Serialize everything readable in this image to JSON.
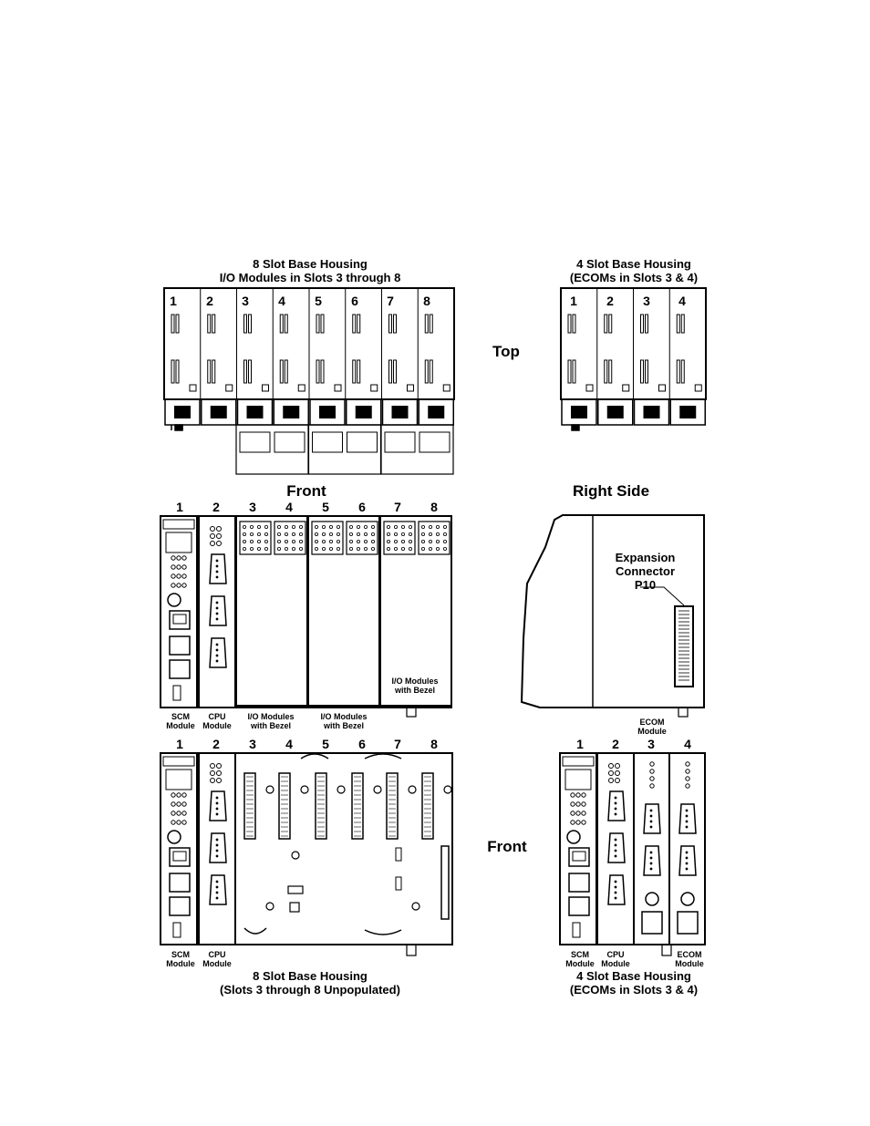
{
  "top_section": {
    "title8_line1": "8 Slot Base Housing",
    "title8_line2": "I/O Modules in Slots 3 through 8",
    "title4_line1": "4 Slot Base Housing",
    "title4_line2": "(ECOMs in Slots 3 & 4)",
    "view_label": "Top",
    "slot_numbers_8": [
      "1",
      "2",
      "3",
      "4",
      "5",
      "6",
      "7",
      "8"
    ],
    "slot_numbers_4": [
      "1",
      "2",
      "3",
      "4"
    ]
  },
  "middle_section": {
    "front_label": "Front",
    "right_side_label": "Right Side",
    "slot_numbers_8": [
      "1",
      "2",
      "3",
      "4",
      "5",
      "6",
      "7",
      "8"
    ],
    "expansion_line1": "Expansion",
    "expansion_line2": "Connector",
    "expansion_line3": "P10",
    "io_bezel_inside_line1": "I/O Modules",
    "io_bezel_inside_line2": "with Bezel",
    "bottom_labels": [
      {
        "line1": "SCM",
        "line2": "Module"
      },
      {
        "line1": "CPU",
        "line2": "Module"
      },
      {
        "line1": "I/O Modules",
        "line2": "with Bezel"
      },
      {
        "line1": "I/O Modules",
        "line2": "with Bezel"
      }
    ],
    "ecom_line1": "ECOM",
    "ecom_line2": "Module"
  },
  "bottom_section": {
    "view_label": "Front",
    "slot_numbers_8": [
      "1",
      "2",
      "3",
      "4",
      "5",
      "6",
      "7",
      "8"
    ],
    "slot_numbers_4": [
      "1",
      "2",
      "3",
      "4"
    ],
    "bottom_labels_8": [
      {
        "line1": "SCM",
        "line2": "Module"
      },
      {
        "line1": "CPU",
        "line2": "Module"
      }
    ],
    "bottom_labels_4": [
      {
        "line1": "SCM",
        "line2": "Module"
      },
      {
        "line1": "CPU",
        "line2": "Module"
      },
      {
        "line1": "ECOM",
        "line2": "Module"
      }
    ],
    "caption8_line1": "8 Slot Base Housing",
    "caption8_line2": "(Slots 3 through 8 Unpopulated)",
    "caption4_line1": "4 Slot Base Housing",
    "caption4_line2": "(ECOMs in Slots 3 & 4)"
  }
}
